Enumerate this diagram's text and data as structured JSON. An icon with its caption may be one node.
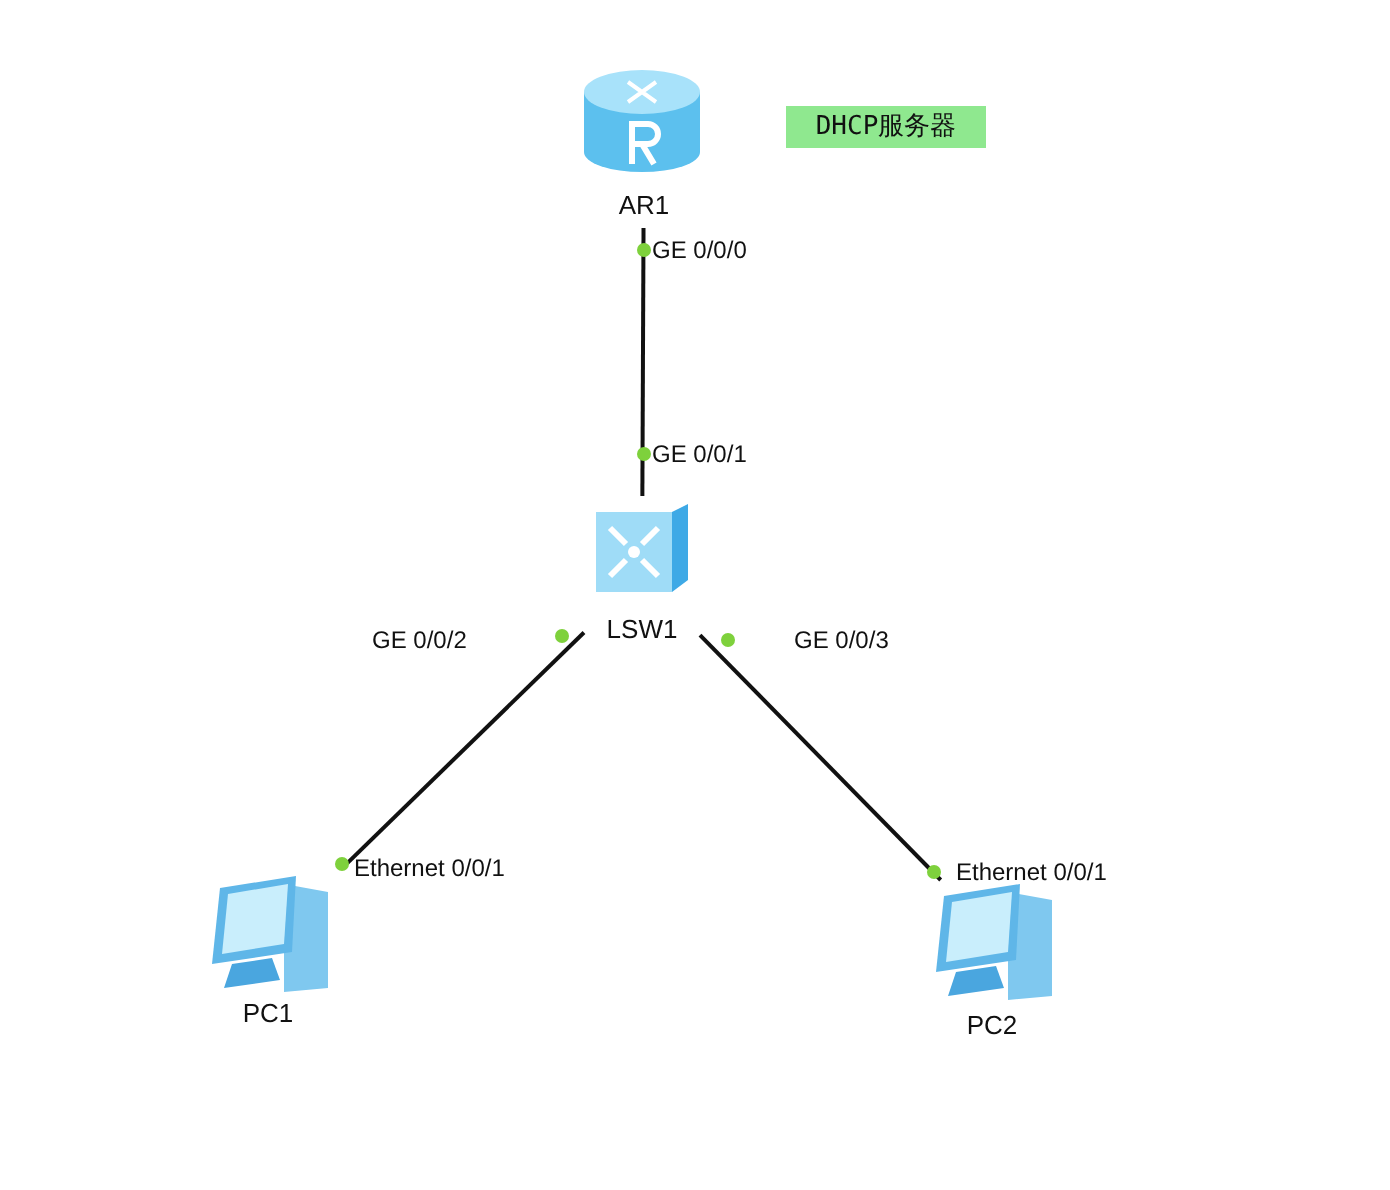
{
  "diagram": {
    "nodes": [
      {
        "text": [
          "AR1"
        ]
      },
      {
        "text": [
          "DHCP服务器"
        ]
      },
      {
        "text": [
          "LSW1"
        ]
      },
      {
        "text": [
          "PC1"
        ]
      },
      {
        "text": [
          "PC2"
        ]
      }
    ],
    "edges": [
      {
        "from": 0,
        "to": 2,
        "arrow": "none"
      },
      {
        "from": 2,
        "to": 3,
        "arrow": "none"
      },
      {
        "from": 2,
        "to": 4,
        "arrow": "none"
      }
    ],
    "labels": [
      "GE 0/0/0",
      "GE 0/0/1",
      "GE 0/0/2",
      "GE 0/0/3",
      "Ethernet 0/0/1",
      "Ethernet 0/0/1"
    ]
  }
}
